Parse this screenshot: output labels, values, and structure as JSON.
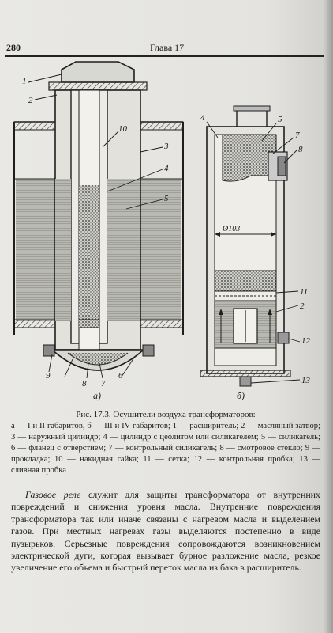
{
  "header": {
    "page_number": "280",
    "chapter": "Глава 17"
  },
  "figure": {
    "label_a": "а)",
    "label_b": "б)",
    "diameter_label": "Ø103",
    "callouts_a": [
      "1",
      "2",
      "3",
      "4",
      "5",
      "6",
      "7",
      "8",
      "9",
      "10"
    ],
    "callouts_b": [
      "4",
      "5",
      "7",
      "8",
      "2",
      "11",
      "12",
      "13"
    ]
  },
  "caption": {
    "title": "Рис. 17.3. Осушители воздуха трансформаторов:",
    "text": "а — I и II габаритов, б — III и IV габаритов; 1 — расширитель; 2 — масляный затвор; 3 — наружный цилиндр; 4 — цилиндр с цеолитом или силикагелем; 5 — силикагель; 6 — фланец с отверстием; 7 — контрольный силикагель; 8 — смотровое стекло; 9 — прокладка; 10 — накидная гайка; 11 — сетка; 12 — контрольная пробка; 13 — сливная пробка"
  },
  "body": {
    "lead_italic": "Газовое реле",
    "text": " служит для защиты трансформатора от внутренних повреждений и снижения уровня масла. Внутренние повреждения трансформатора так или иначе связаны с нагревом масла и выделением газов. При местных нагревах газы выделяются постепенно в виде пузырьков. Серьезные повреждения сопровождаются возникновением электрической дуги, которая вызывает бурное разложение масла, резкое увеличение его объема и быстрый переток масла из бака в расширитель."
  }
}
